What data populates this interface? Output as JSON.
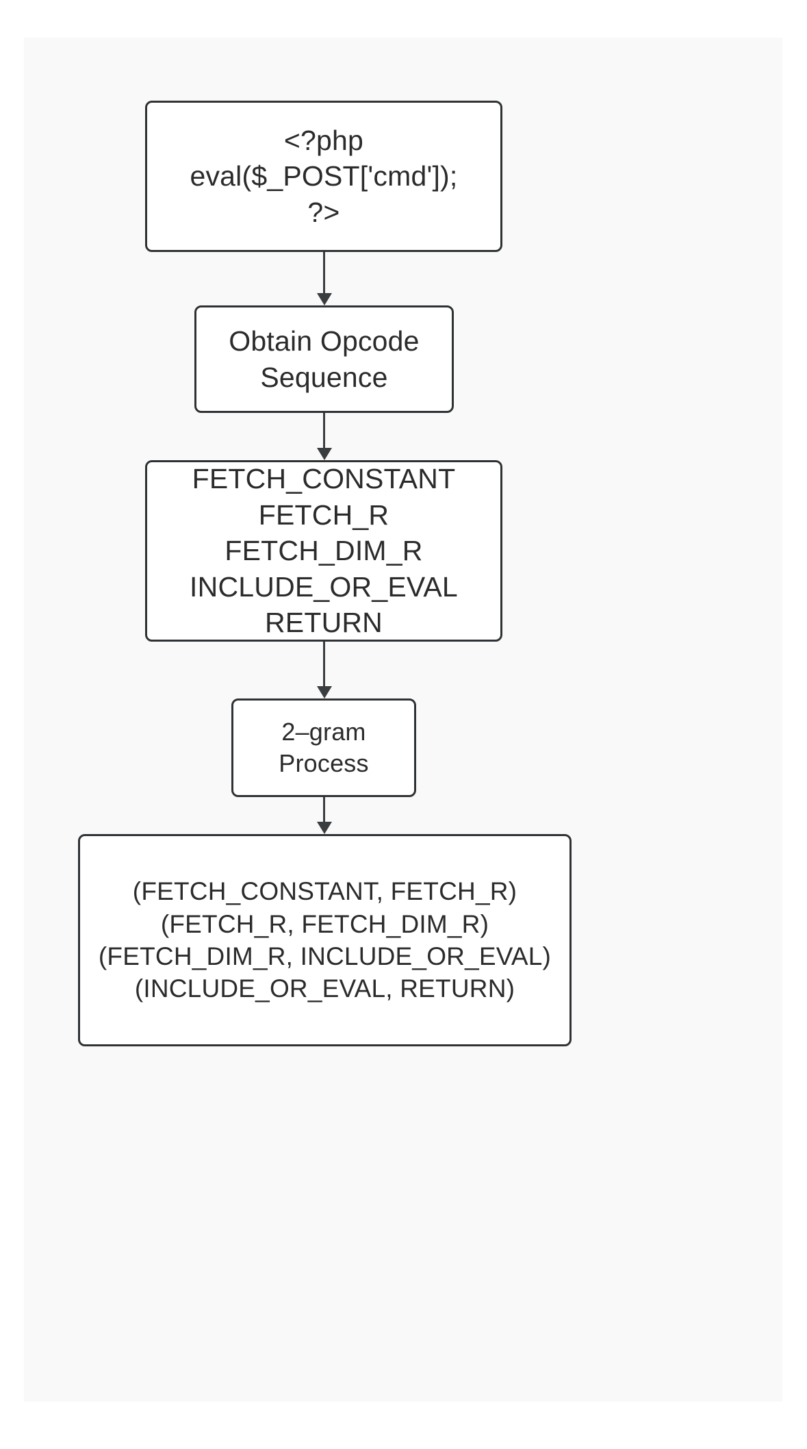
{
  "diagram": {
    "background_color": "#f9f9f9",
    "node_border_color": "#2f3234",
    "node_fill_color": "#ffffff",
    "arrow_color": "#3a3d3f",
    "nodes": [
      {
        "id": "code",
        "name": "php-webshell-code",
        "text": "<?php\neval($_POST['cmd']);\n?>"
      },
      {
        "id": "obtain",
        "name": "obtain-opcode-sequence",
        "text": "Obtain Opcode\nSequence"
      },
      {
        "id": "opcodes",
        "name": "opcode-sequence-list",
        "text": "FETCH_CONSTANT\nFETCH_R\nFETCH_DIM_R\nINCLUDE_OR_EVAL\nRETURN"
      },
      {
        "id": "ngram",
        "name": "two-gram-process",
        "text": "2–gram\nProcess"
      },
      {
        "id": "bigrams",
        "name": "bigram-output-list",
        "text": "(FETCH_CONSTANT, FETCH_R)\n(FETCH_R, FETCH_DIM_R)\n(FETCH_DIM_R, INCLUDE_OR_EVAL)\n(INCLUDE_OR_EVAL, RETURN)"
      }
    ],
    "edges": [
      {
        "id": "e1",
        "name": "arrow-code-to-obtain",
        "from": "code",
        "to": "obtain"
      },
      {
        "id": "e2",
        "name": "arrow-obtain-to-opcodes",
        "from": "obtain",
        "to": "opcodes"
      },
      {
        "id": "e3",
        "name": "arrow-opcodes-to-ngram",
        "from": "opcodes",
        "to": "ngram"
      },
      {
        "id": "e4",
        "name": "arrow-ngram-to-bigrams",
        "from": "ngram",
        "to": "bigrams"
      }
    ]
  }
}
